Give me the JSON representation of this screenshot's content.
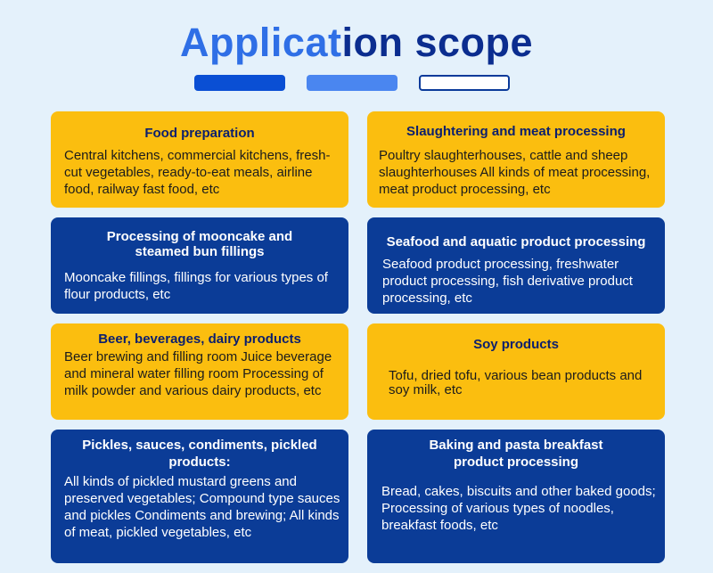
{
  "header": {
    "title_part1": "Applicat",
    "title_part2": "ion scope"
  },
  "colors": {
    "yellow": "#fbbe0f",
    "blue": "#0b3c97",
    "background": "#e4f1fb",
    "title_light": "#2f6fe6",
    "title_dark": "#0b2d8f"
  },
  "cards": [
    {
      "title": "Food preparation",
      "body": "Central kitchens, commercial kitchens, fresh-cut vegetables, ready-to-eat meals, airline food, railway fast food, etc"
    },
    {
      "title": "Slaughtering and meat processing",
      "body": "Poultry slaughterhouses, cattle and sheep slaughterhouses All kinds of meat processing, meat product processing, etc"
    },
    {
      "title": "Processing of mooncake and steamed bun fillings",
      "body": "Mooncake fillings, fillings for various types of flour products, etc"
    },
    {
      "title": "Seafood and aquatic product processing",
      "body": "Seafood product processing, freshwater product processing, fish derivative product processing, etc"
    },
    {
      "title": "Beer, beverages, dairy products",
      "body": "Beer brewing and filling room Juice beverage and mineral water filling room Processing of milk powder and various dairy products, etc"
    },
    {
      "title": "Soy products",
      "body": "Tofu, dried tofu, various bean products and soy milk, etc"
    },
    {
      "title": "Pickles, sauces, condiments, pickled products:",
      "body": "All kinds of pickled mustard greens and preserved vegetables; Compound type sauces and pickles Condiments and brewing; All kinds of meat, pickled vegetables, etc"
    },
    {
      "title": "Baking and pasta breakfast product processing",
      "body": "Bread, cakes, biscuits and other baked goods; Processing of various types of noodles, breakfast foods, etc"
    }
  ]
}
